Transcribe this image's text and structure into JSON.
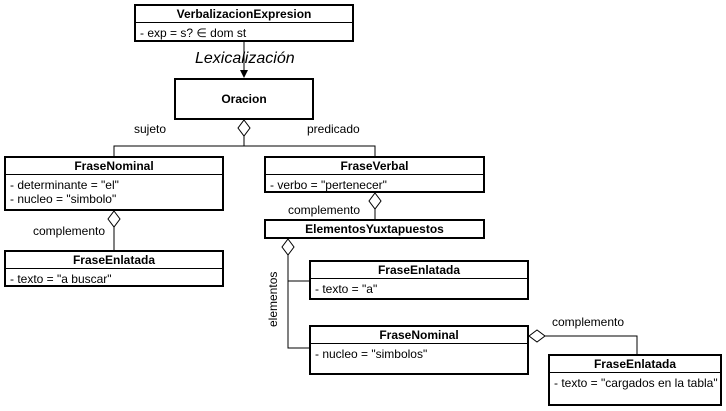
{
  "nodes": {
    "verbalizacion": {
      "title": "VerbalizacionExpresion",
      "attrs": [
        "- exp = s? ∈ dom st"
      ]
    },
    "oracion": {
      "title": "Oracion"
    },
    "fn1": {
      "title": "FraseNominal",
      "attrs": [
        "- determinante = \"el\"",
        "- nucleo = \"simbolo\""
      ]
    },
    "fe1": {
      "title": "FraseEnlatada",
      "attrs": [
        "- texto = \"a buscar\""
      ]
    },
    "fv": {
      "title": "FraseVerbal",
      "attrs": [
        "- verbo = \"pertenecer\""
      ]
    },
    "ey": {
      "title": "ElementosYuxtapuestos"
    },
    "fe2": {
      "title": "FraseEnlatada",
      "attrs": [
        "- texto = \"a\""
      ]
    },
    "fn2": {
      "title": "FraseNominal",
      "attrs": [
        "- nucleo = \"simbolos\""
      ]
    },
    "fe3": {
      "title": "FraseEnlatada",
      "attrs": [
        "- texto = \"cargados en la tabla\""
      ]
    }
  },
  "edge_labels": {
    "lexicalizacion": "Lexicalización",
    "sujeto": "sujeto",
    "predicado": "predicado",
    "complemento_fn1": "complemento",
    "complemento_fv": "complemento",
    "elementos": "elementos",
    "complemento_fn2": "complemento"
  }
}
